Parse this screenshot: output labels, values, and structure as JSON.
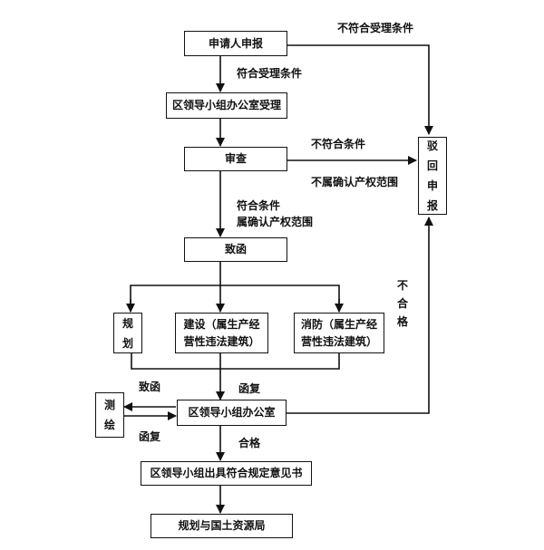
{
  "diagram": {
    "nodes": {
      "apply": "申请人申报",
      "accept": "区领导小组办公室受理",
      "review": "审查",
      "reject": [
        "驳",
        "回",
        "申",
        "报"
      ],
      "letter": "致函",
      "planning": [
        "规",
        "划"
      ],
      "construction": [
        "建设（属生产经",
        "营性违法建筑）"
      ],
      "fire": [
        "消防（属生产经",
        "营性违法建筑）"
      ],
      "office": "区领导小组办公室",
      "survey": [
        "测",
        "绘"
      ],
      "opinion": "区领导小组出具符合规定意见书",
      "bureau": "规划与国土资源局"
    },
    "labels": {
      "not_meet_acceptance": "不符合受理条件",
      "meet_acceptance": "符合受理条件",
      "not_meet_conditions": "不符合条件",
      "not_in_scope": "不属确认产权范围",
      "meet_conditions": "符合条件",
      "in_scope": "属确认产权范围",
      "unqualified": [
        "不",
        "合",
        "格"
      ],
      "send_letter": "致函",
      "reply_left": "函复",
      "reply_center": "函复",
      "qualified": "合格"
    }
  }
}
